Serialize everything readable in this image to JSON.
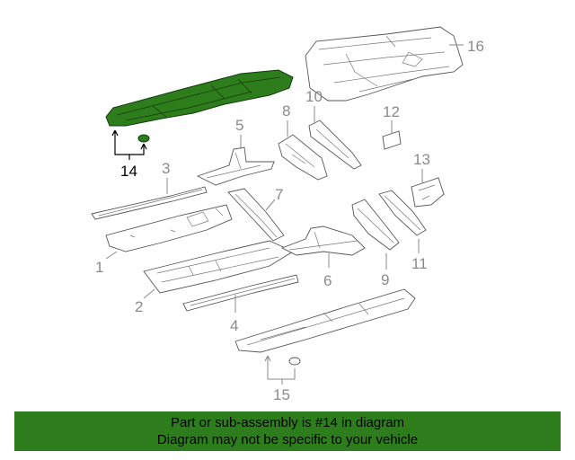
{
  "diagram": {
    "callouts": {
      "c1": "1",
      "c2": "2",
      "c3": "3",
      "c4": "4",
      "c5": "5",
      "c6": "6",
      "c7": "7",
      "c8": "8",
      "c9": "9",
      "c10": "10",
      "c11": "11",
      "c12": "12",
      "c13": "13",
      "c14": "14",
      "c15": "15",
      "c16": "16"
    },
    "highlight_part": "14",
    "highlight_color": "#2e7d1d"
  },
  "banner": {
    "line1": "Part or sub-assembly is #14 in diagram",
    "line2": "Diagram may not be specific to your vehicle",
    "background": "#2e7d1d"
  }
}
